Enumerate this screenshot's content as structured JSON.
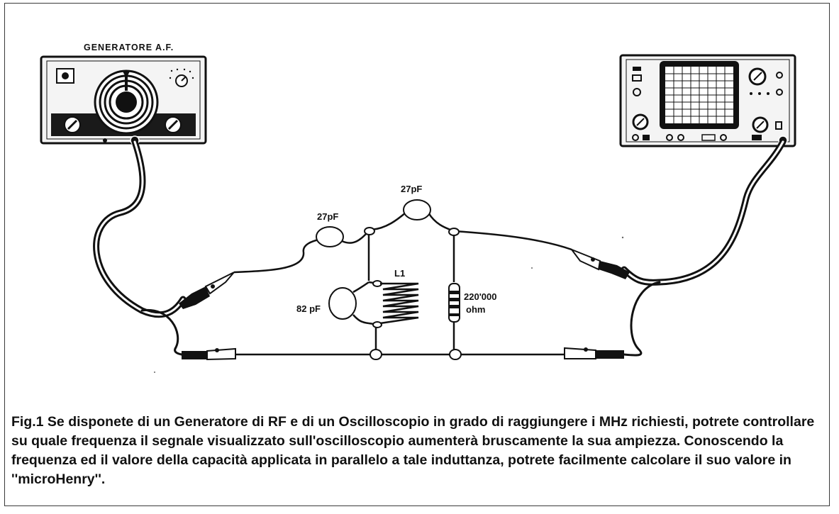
{
  "labels": {
    "generator": "GENERATORE A.F.",
    "c1": "27pF",
    "c2": "27pF",
    "c3": "82 pF",
    "inductor": "L1",
    "resistor_value": "220'000",
    "resistor_unit": "ohm"
  },
  "caption": "Fig.1 Se disponete di un Generatore di RF e di un Oscilloscopio in grado di raggiungere i MHz richiesti, potrete controllare su quale frequenza il segnale visualizzato sull'oscilloscopio aumenterà bruscamente la sua ampiezza. Conoscendo la frequenza ed il valore della capacità applicata in parallelo a tale induttanza, potrete facilmente calcolare il suo valore in ''microHenry''."
}
